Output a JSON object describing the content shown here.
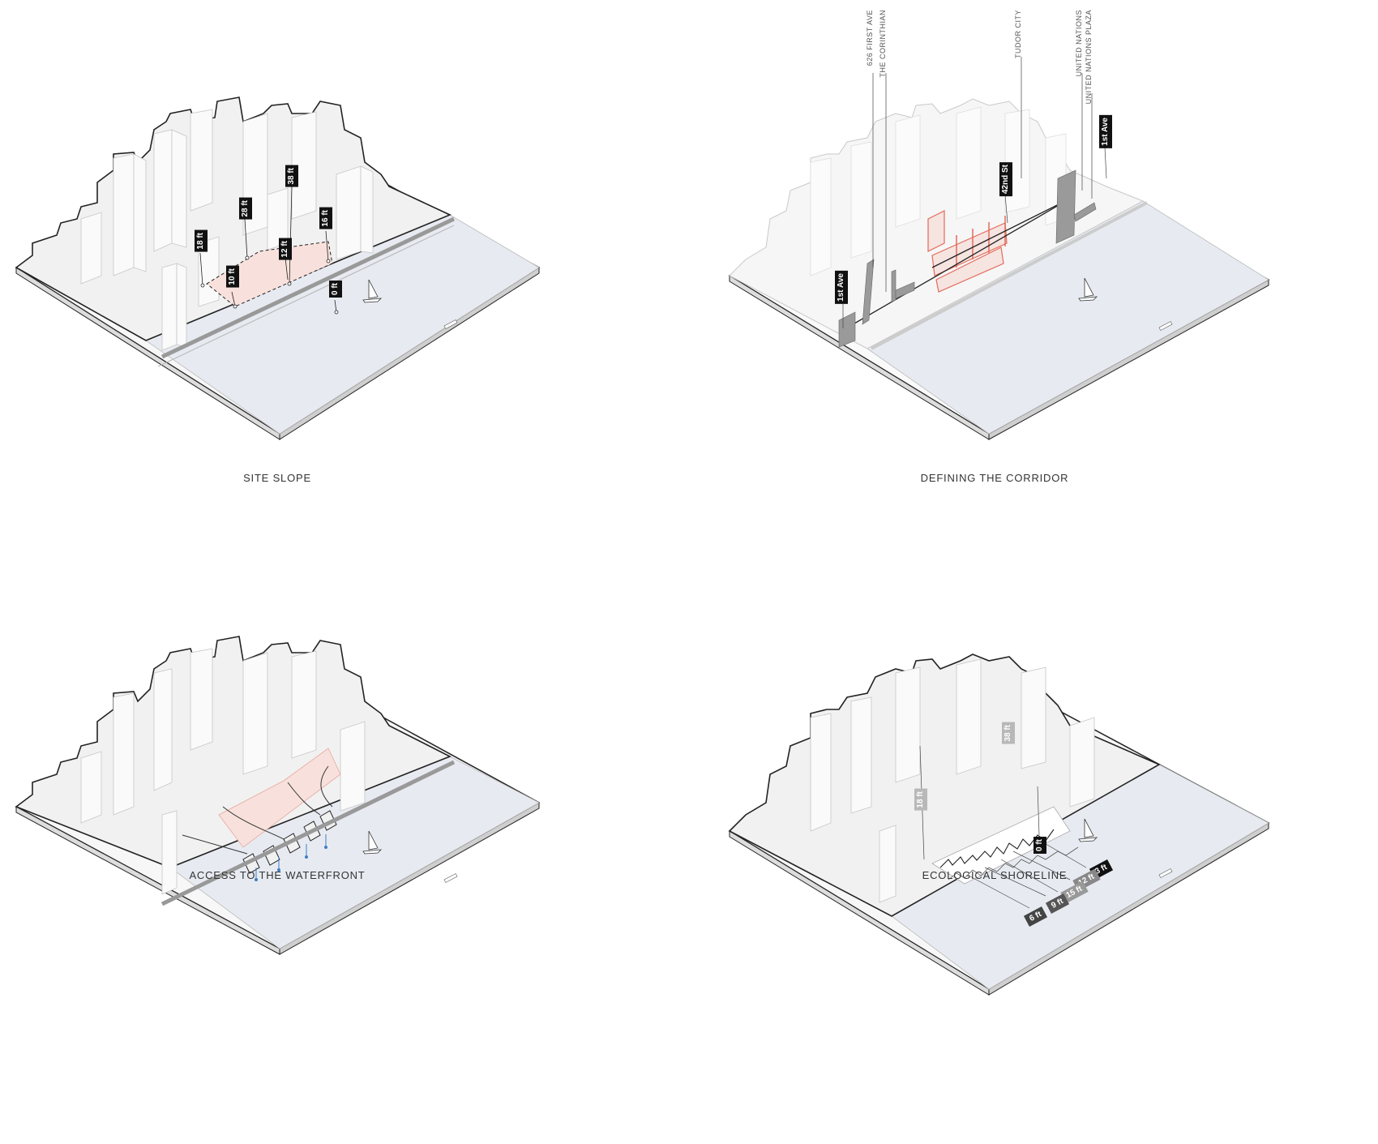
{
  "panels": [
    {
      "caption": "SITE SLOPE",
      "tags": [
        "10 ft",
        "18 ft",
        "28 ft",
        "38 ft",
        "12 ft",
        "16 ft",
        "0 ft"
      ]
    },
    {
      "caption": "DEFINING THE CORRIDOR",
      "tags": [
        "1st Ave",
        "42nd St",
        "1st Ave"
      ],
      "labels": [
        "626 FIRST AVE",
        "THE CORINTHIAN",
        "TUDOR CITY",
        "UNITED NATIONS",
        "UNITED NATIONS PLAZA"
      ]
    },
    {
      "caption": "ACCESS TO THE WATERFRONT"
    },
    {
      "caption": "ECOLOGICAL SHORELINE",
      "tags": [
        "18 ft",
        "38 ft",
        "0 ft"
      ],
      "depth_tags": [
        "3 ft",
        "12 ft",
        "15 ft",
        "9 ft",
        "6 ft"
      ]
    }
  ],
  "colors": {
    "water": "#e7ebf1",
    "building": "#f4f4f4",
    "building_edge": "#c8c8c8",
    "highlight": "#f6d9d4",
    "accent_red": "#e36b5b",
    "tag": "#111111"
  }
}
